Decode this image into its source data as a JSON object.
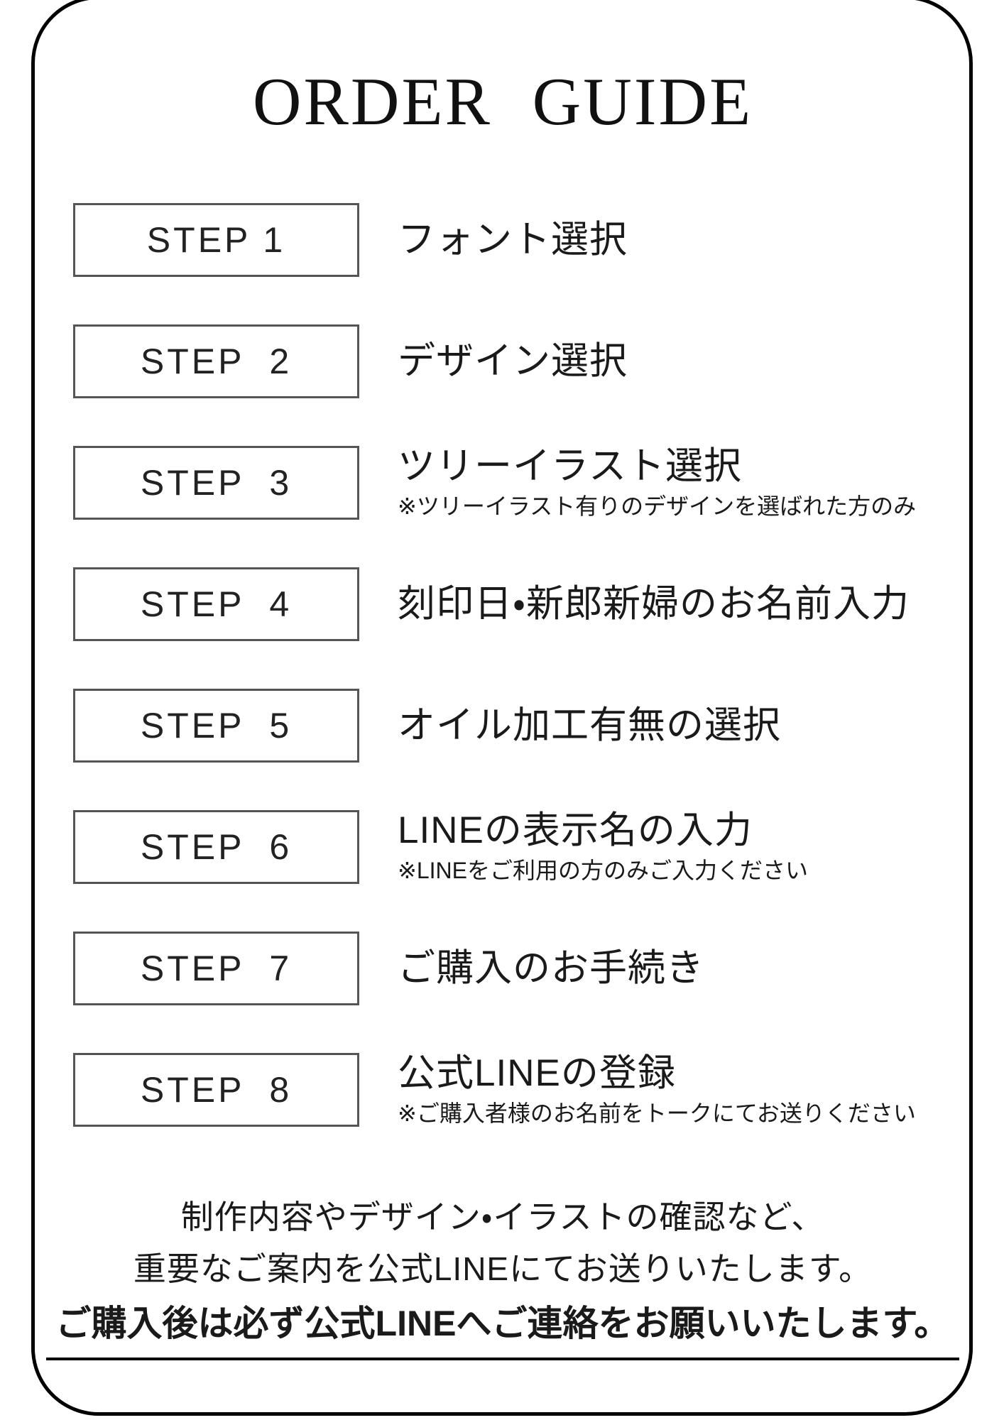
{
  "title": "ORDER GUIDE",
  "steps": [
    {
      "box_label": "STEP 1",
      "label": "フォント選択",
      "note": ""
    },
    {
      "box_label": "STEP  2",
      "label": "デザイン選択",
      "note": ""
    },
    {
      "box_label": "STEP  3",
      "label": "ツリーイラスト選択",
      "note": "※ツリーイラスト有りのデザインを選ばれた方のみ"
    },
    {
      "box_label": "STEP  4",
      "label": "刻印日・新郎新婦のお名前入力",
      "note": ""
    },
    {
      "box_label": "STEP  5",
      "label": "オイル加工有無の選択",
      "note": ""
    },
    {
      "box_label": "STEP  6",
      "label": "LINEの表示名の入力",
      "note": "※LINEをご利用の方のみご入力ください"
    },
    {
      "box_label": "STEP  7",
      "label": "ご購入のお手続き",
      "note": ""
    },
    {
      "box_label": "STEP  8",
      "label": "公式LINEの登録",
      "note": "※ご購入者様のお名前をトークにてお送りください"
    }
  ],
  "footer": {
    "line1": "制作内容やデザイン・イラストの確認など、",
    "line2": "重要なご案内を公式LINEにてお送りいたします。",
    "line3": "ご購入後は必ず公式LINEへご連絡をお願いいたします。"
  },
  "colors": {
    "text": "#1a1a1a",
    "box_border": "#555555",
    "page_border": "#000000",
    "background": "#ffffff"
  }
}
